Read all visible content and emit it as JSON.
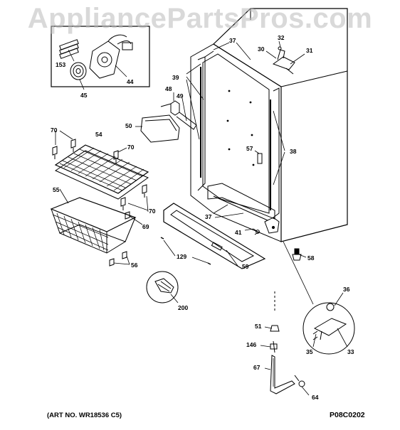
{
  "watermark": "AppliancePartsPros.com",
  "footer": {
    "art_no": "(ART NO. WR18536 C5)",
    "diagram_code": "P08C0202"
  },
  "callouts": {
    "c153": "153",
    "c44": "44",
    "c45": "45",
    "c37a": "37",
    "c32": "32",
    "c30": "30",
    "c31": "31",
    "c39": "39",
    "c48": "48",
    "c49": "49",
    "c50": "50",
    "c70a": "70",
    "c54": "54",
    "c70b": "70",
    "c57": "57",
    "c38": "38",
    "c55": "55",
    "c70c": "70",
    "c69": "69",
    "c37b": "37",
    "c41": "41",
    "c58": "58",
    "c129": "129",
    "c59": "59",
    "c56": "56",
    "c200": "200",
    "c36": "36",
    "c35": "35",
    "c33": "33",
    "c51": "51",
    "c146": "146",
    "c67": "67",
    "c64": "64"
  }
}
